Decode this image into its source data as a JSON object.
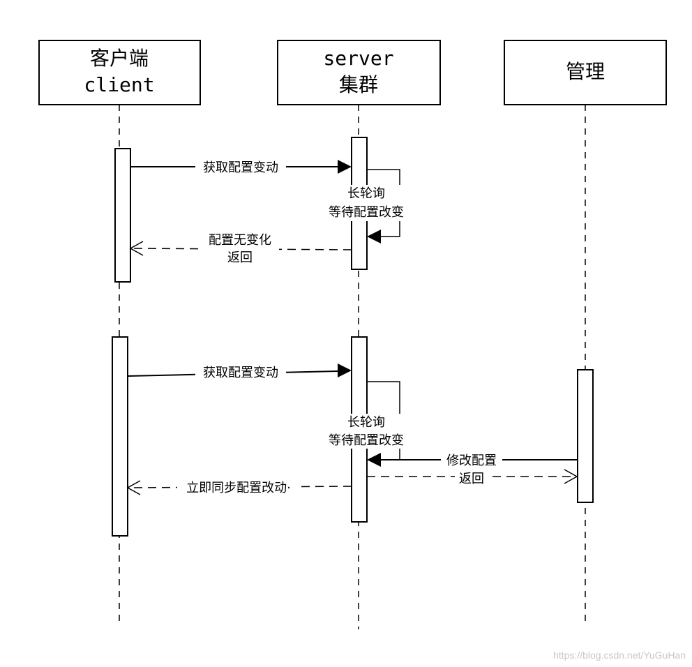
{
  "participants": [
    {
      "line1": "客户端",
      "line2": "client"
    },
    {
      "line1": "server",
      "line2": "集群"
    },
    {
      "line1": "管理"
    }
  ],
  "messages": {
    "get_change_1": "获取配置变动",
    "long_poll_1": {
      "line1": "长轮询",
      "line2": "等待配置改变"
    },
    "no_change_return": {
      "line1": "配置无变化",
      "line2": "返回"
    },
    "get_change_2": "获取配置变动",
    "long_poll_2": {
      "line1": "长轮询",
      "line2": "等待配置改变"
    },
    "modify_config": "修改配置",
    "modify_return": "返回",
    "sync_change": "立即同步配置改动·"
  },
  "watermark": "https://blog.csdn.net/YuGuHan"
}
